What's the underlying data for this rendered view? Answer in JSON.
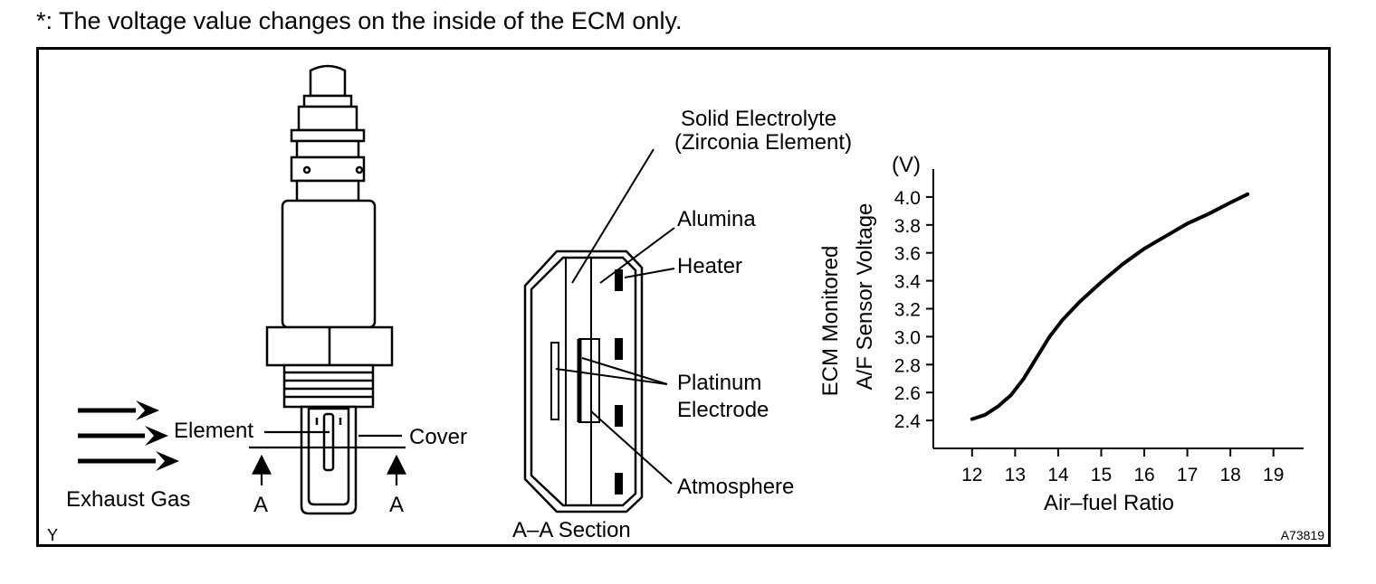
{
  "note": "*: The voltage value changes on the inside of the ECM only.",
  "sensor": {
    "element_label": "Element",
    "cover_label": "Cover",
    "exhaust_label": "Exhaust Gas",
    "section_marker_left": "A",
    "section_marker_right": "A"
  },
  "section": {
    "title": "A–A Section",
    "solid_electrolyte_line1": "Solid Electrolyte",
    "solid_electrolyte_line2": "(Zirconia Element)",
    "alumina": "Alumina",
    "heater": "Heater",
    "platinum_line1": "Platinum",
    "platinum_line2": "Electrode",
    "atmosphere": "Atmosphere"
  },
  "corner_left": "Y",
  "figure_code": "A73819",
  "chart_data": {
    "type": "line",
    "xlabel": "Air–fuel Ratio",
    "ylabel_line1": "ECM Monitored",
    "ylabel_line2": "A/F Sensor Voltage",
    "yunit": "(V)",
    "xlim": [
      11.1,
      19.7
    ],
    "ylim": [
      2.2,
      4.2
    ],
    "xticks": [
      "12",
      "13",
      "14",
      "15",
      "16",
      "17",
      "18",
      "19"
    ],
    "yticks": [
      "2.4",
      "2.6",
      "2.8",
      "3.0",
      "3.2",
      "3.4",
      "3.6",
      "3.8",
      "4.0"
    ],
    "series": [
      {
        "x": [
          12.0,
          12.3,
          12.6,
          12.9,
          13.2,
          13.5,
          13.8,
          14.1,
          14.5,
          15.0,
          15.5,
          16.0,
          16.5,
          17.0,
          17.5,
          18.0,
          18.4
        ],
        "y": [
          2.41,
          2.44,
          2.5,
          2.58,
          2.7,
          2.85,
          3.0,
          3.12,
          3.25,
          3.39,
          3.52,
          3.63,
          3.72,
          3.81,
          3.88,
          3.96,
          4.02
        ]
      }
    ]
  }
}
